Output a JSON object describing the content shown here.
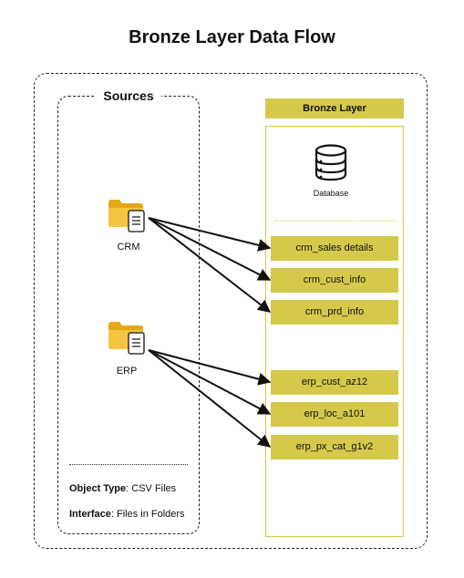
{
  "title": "Bronze Layer Data Flow",
  "sources": {
    "title": "Sources",
    "crm_label": "CRM",
    "erp_label": "ERP",
    "object_type_key": "Object Type",
    "object_type_value": ": CSV Files",
    "interface_key": "Interface",
    "interface_value": ": Files in Folders"
  },
  "bronze": {
    "header": "Bronze Layer",
    "database_label": "Database",
    "tables": [
      "crm_sales details",
      "crm_cust_info",
      "crm_prd_info",
      "erp_cust_az12",
      "erp_loc_a101",
      "erp_px_cat_g1v2"
    ]
  },
  "colors": {
    "accent": "#d4c94a",
    "folder": "#f5c542",
    "folder_dark": "#e6a817"
  },
  "icons": [
    "folder-file-icon",
    "database-icon"
  ]
}
